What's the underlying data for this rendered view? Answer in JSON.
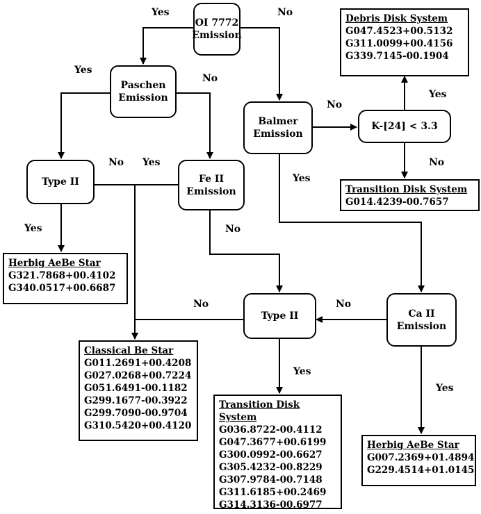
{
  "nodes": {
    "oi7772": [
      "OI 7772",
      "Emission"
    ],
    "paschen": [
      "Paschen",
      "Emission"
    ],
    "balmer": [
      "Balmer",
      "Emission"
    ],
    "k24": [
      "K-[24] < 3.3"
    ],
    "type2_left": [
      "Type II"
    ],
    "feii": [
      "Fe II",
      "Emission"
    ],
    "type2_center": [
      "Type II"
    ],
    "caii": [
      "Ca II",
      "Emission"
    ]
  },
  "results": {
    "debris_disk": {
      "title": "Debris Disk System",
      "items": [
        "G047.4523+00.5132",
        "G311.0099+00.4156",
        "G339.7145-00.1904"
      ]
    },
    "transition_disk_top": {
      "title": "Transition Disk System",
      "items": [
        "G014.4239-00.7657"
      ]
    },
    "herbig_left": {
      "title": "Herbig AeBe Star",
      "items": [
        "G321.7868+00.4102",
        "G340.0517+00.6687"
      ]
    },
    "classical_be": {
      "title": "Classical Be Star",
      "items": [
        "G011.2691+00.4208",
        "G027.0268+00.7224",
        "G051.6491-00.1182",
        "G299.1677-00.3922",
        "G299.7090-00.9704",
        "G310.5420+00.4120"
      ]
    },
    "transition_disk_bottom": {
      "title": "Transition Disk System",
      "items": [
        "G036.8722-00.4112",
        "G047.3677+00.6199",
        "G300.0992-00.6627",
        "G305.4232-00.8229",
        "G307.9784-00.7148",
        "G311.6185+00.2469",
        "G314.3136-00.6977"
      ]
    },
    "herbig_right": {
      "title": "Herbig AeBe Star",
      "items": [
        "G007.2369+01.4894",
        "G229.4514+01.0145"
      ]
    }
  },
  "edge_labels": {
    "oi_yes": "Yes",
    "oi_no": "No",
    "paschen_yes": "Yes",
    "paschen_no": "No",
    "balmer_no": "No",
    "balmer_yes": "Yes",
    "k24_yes": "Yes",
    "k24_no": "No",
    "type2_left_no": "No",
    "type2_left_yes": "Yes",
    "feii_yes": "Yes",
    "feii_no": "No",
    "type2_center_no": "No",
    "type2_center_yes": "Yes",
    "caii_no": "No",
    "caii_yes": "Yes"
  }
}
